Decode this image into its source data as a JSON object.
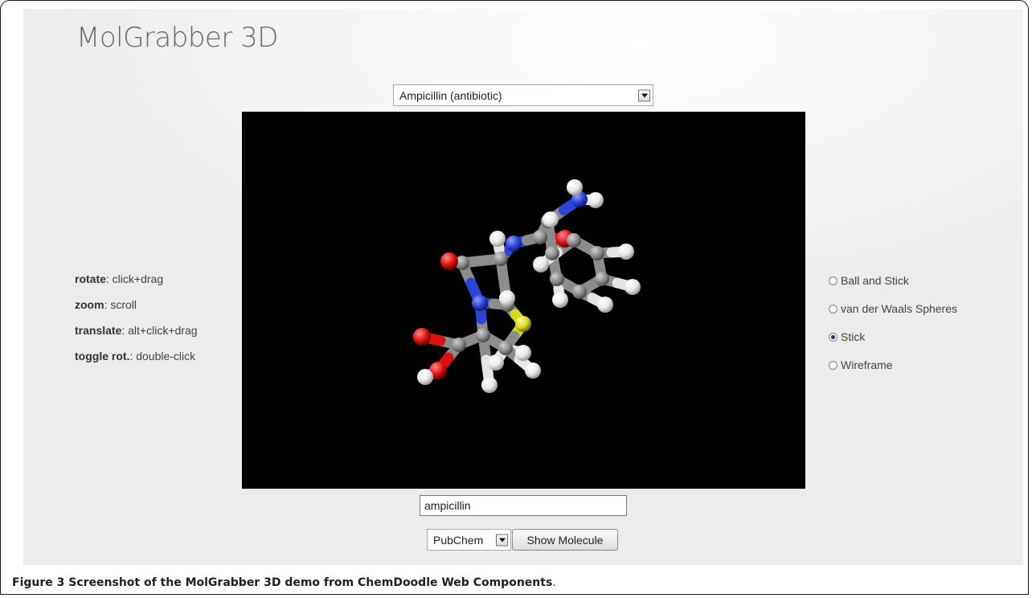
{
  "app": {
    "title": "MolGrabber 3D"
  },
  "molecule_select": {
    "selected": "Ampicillin (antibiotic)"
  },
  "help": [
    {
      "label": "rotate",
      "desc": ": click+drag"
    },
    {
      "label": "zoom",
      "desc": ": scroll"
    },
    {
      "label": "translate",
      "desc": ": alt+click+drag"
    },
    {
      "label": "toggle rot.",
      "desc": ": double-click"
    }
  ],
  "render_options": [
    {
      "label": "Ball and Stick",
      "checked": false
    },
    {
      "label": "van der Waals Spheres",
      "checked": false
    },
    {
      "label": "Stick",
      "checked": true
    },
    {
      "label": "Wireframe",
      "checked": false
    }
  ],
  "search": {
    "value": "ampicillin"
  },
  "source_select": {
    "selected": "PubChem"
  },
  "show_button": {
    "label": "Show Molecule"
  },
  "caption": {
    "bold": "Figure 3 Screenshot of the MolGrabber 3D demo from ChemDoodle Web Components",
    "tail": "."
  },
  "colors": {
    "viewer_bg": "#000000",
    "carbon": "#8c8c8c",
    "hydrogen": "#f0f0f0",
    "nitrogen": "#2a45d8",
    "oxygen": "#e01010",
    "sulfur": "#d8d820"
  }
}
